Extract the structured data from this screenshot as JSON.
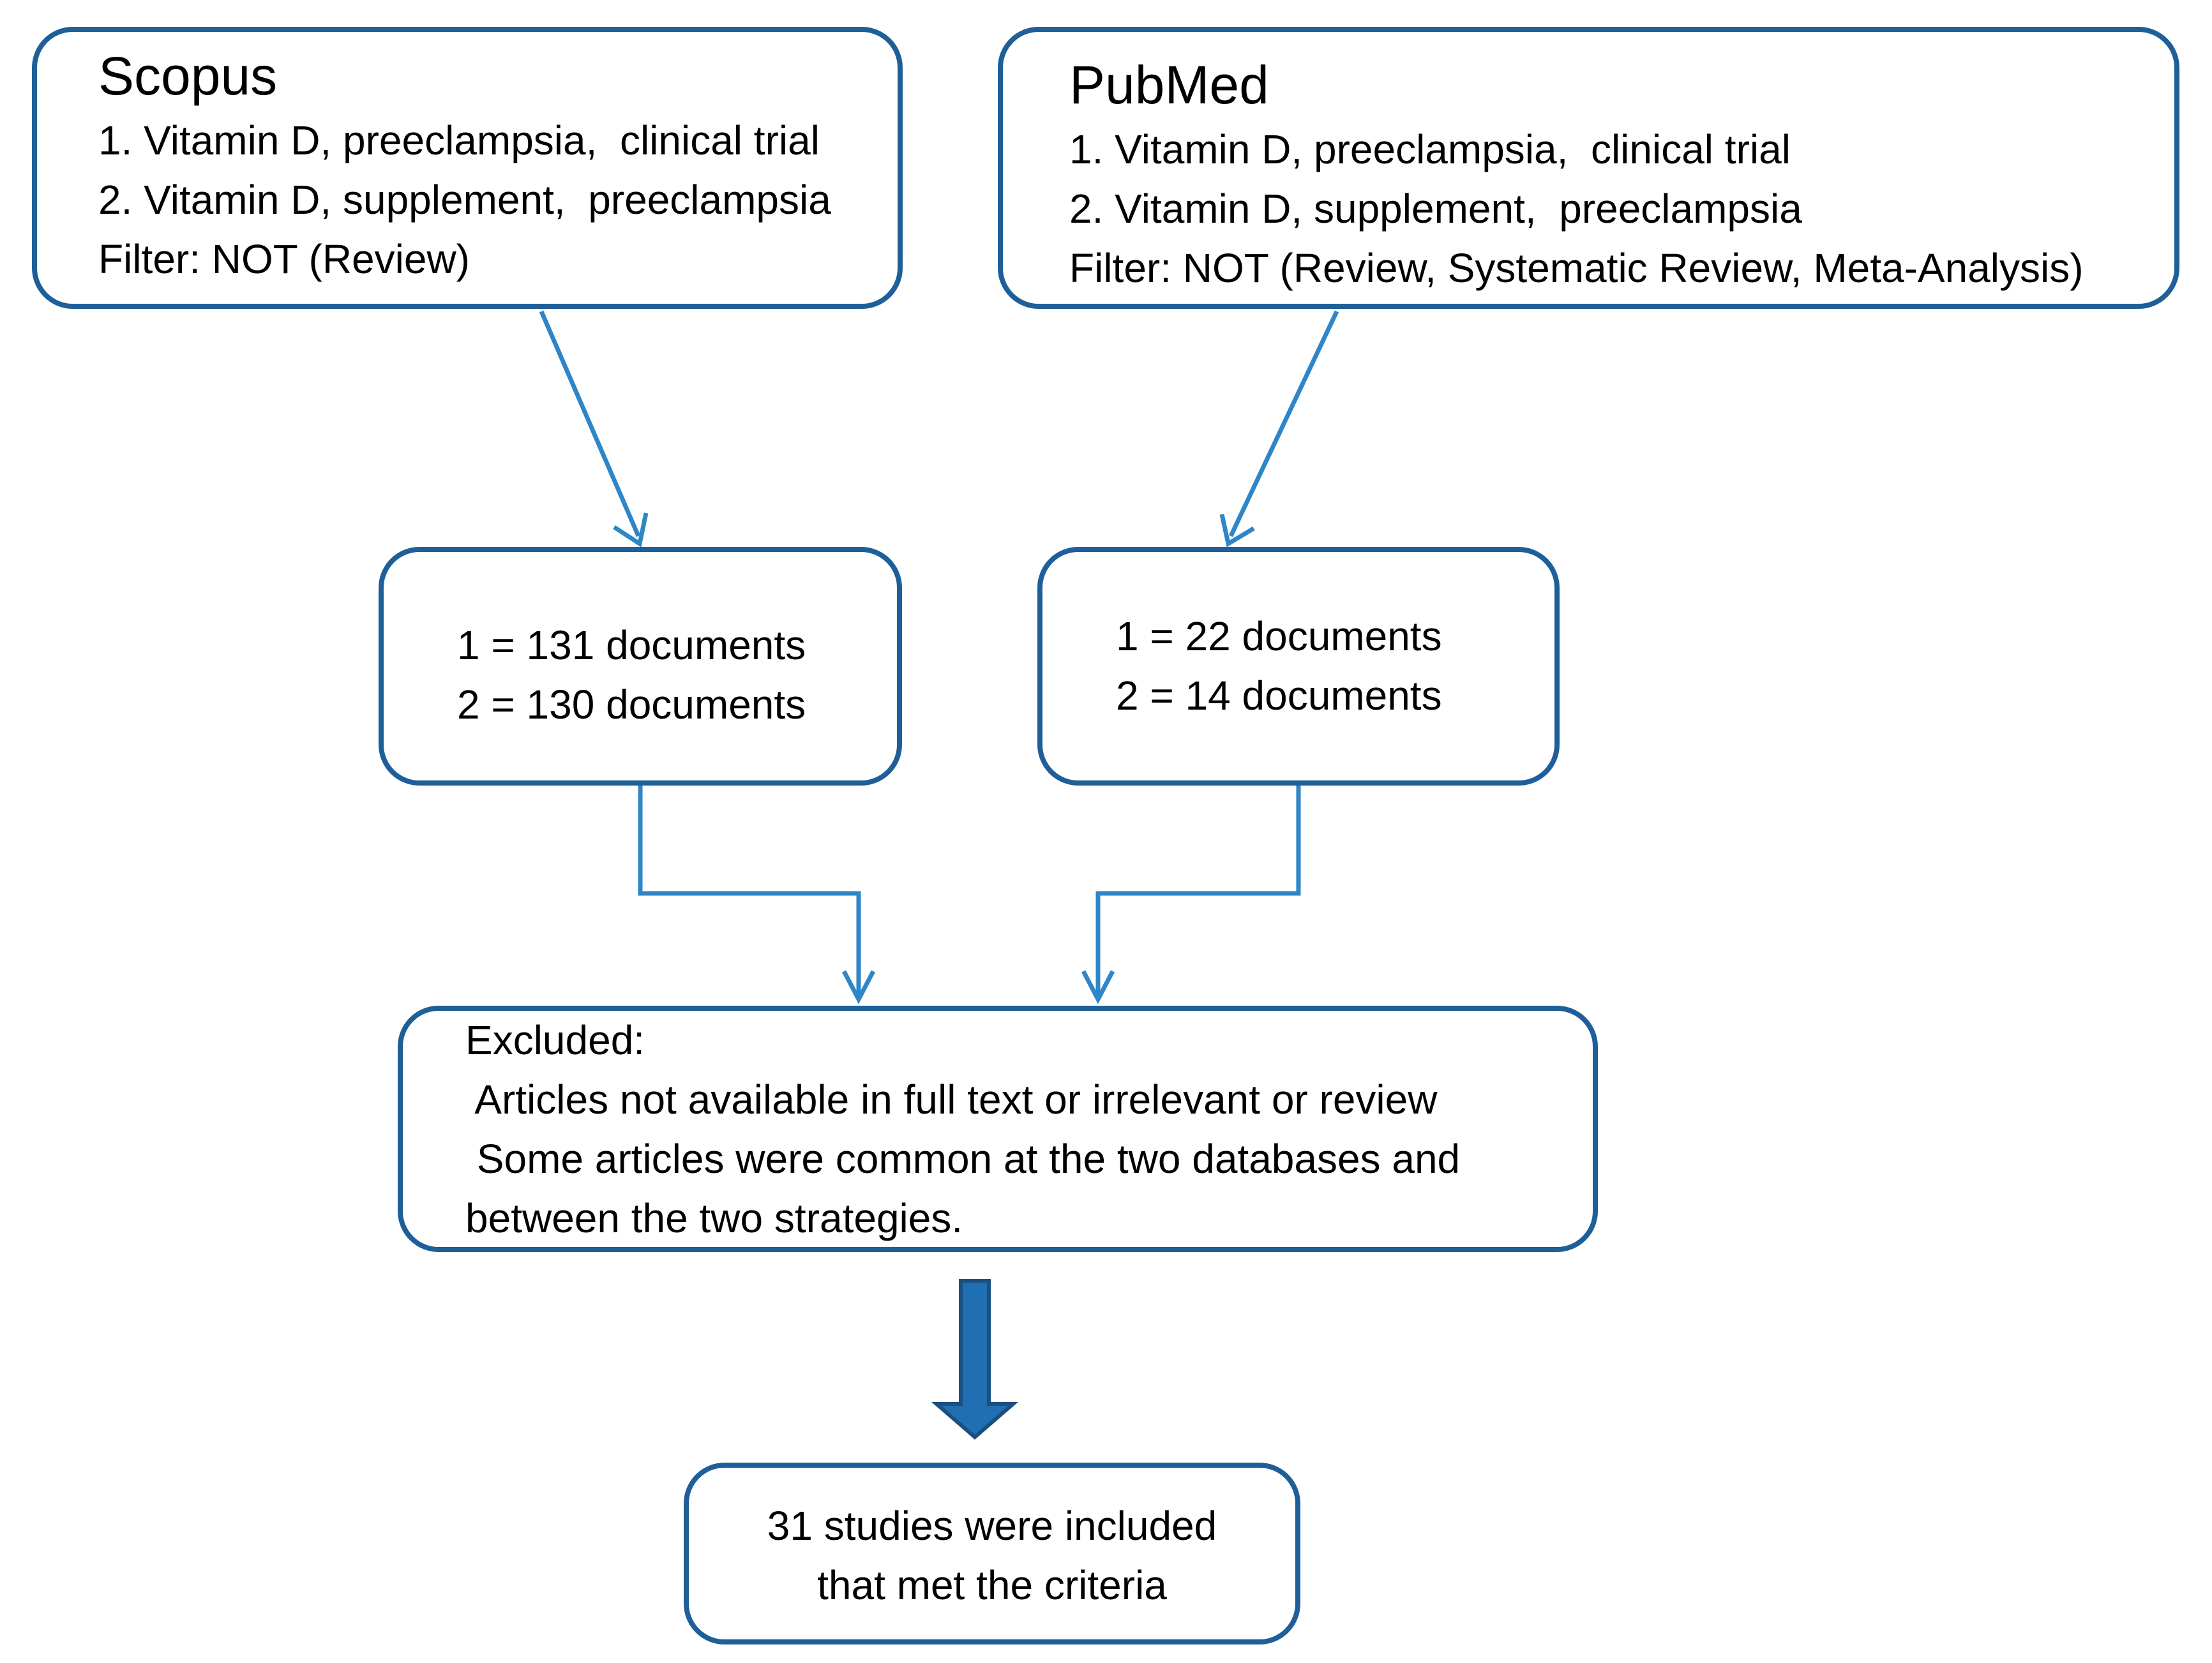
{
  "scopus": {
    "title": "Scopus",
    "query_1": "1. Vitamin D, preeclampsia,  clinical trial",
    "query_2": "2. Vitamin D, supplement,  preeclampsia",
    "filter": "Filter: NOT (Review)"
  },
  "pubmed": {
    "title": "PubMed",
    "query_1": "1. Vitamin D, preeclampsia,  clinical trial",
    "query_2": "2. Vitamin D, supplement,  preeclampsia",
    "filter": "Filter: NOT (Review, Systematic Review, Meta-Analysis)"
  },
  "scopus_results": {
    "result_1": "1 = 131 documents",
    "result_2": "2 = 130 documents"
  },
  "pubmed_results": {
    "result_1": "1 = 22 documents",
    "result_2": "2 = 14 documents"
  },
  "excluded": {
    "heading": "Excluded:",
    "line_1": " Articles not available in full text or irrelevant or review",
    "line_2": " Some articles were common at the two databases and",
    "line_3": "between the two strategies."
  },
  "included": {
    "line_1": "31 studies were included",
    "line_2": "that met the criteria"
  },
  "colors": {
    "box_border": "#1f5f99",
    "connector": "#2e86c8",
    "big_arrow_fill": "#1f6fb2",
    "big_arrow_stroke": "#1a4f80"
  }
}
